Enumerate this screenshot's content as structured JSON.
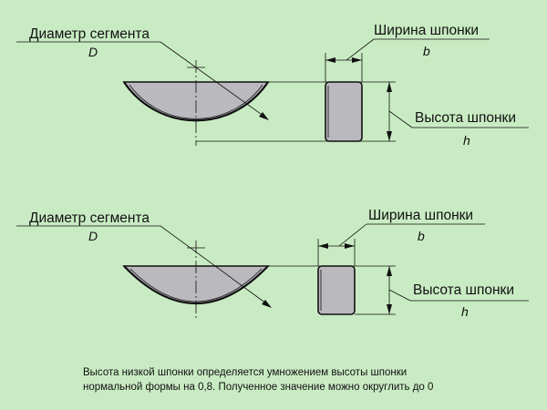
{
  "normal": {
    "diameter_label": "Диаметр сегмента",
    "diameter_symbol": "D",
    "width_label": "Ширина шпонки",
    "width_symbol": "b",
    "height_label": "Высота шпонки",
    "height_symbol": "h"
  },
  "low": {
    "diameter_label": "Диаметр сегмента",
    "diameter_symbol": "D",
    "width_label": "Ширина шпонки",
    "width_symbol": "b",
    "height_label": "Высота шпонки",
    "height_symbol": "h"
  },
  "caption": {
    "line1": "Высота низкой шпонки определяется умножением высоты шпонки",
    "line2": "нормальной формы на 0,8. Полученное значение можно округлить до 0"
  },
  "colors": {
    "background": "#c9ebc3",
    "key_fill": "#b9b9be",
    "ink": "#111111"
  }
}
